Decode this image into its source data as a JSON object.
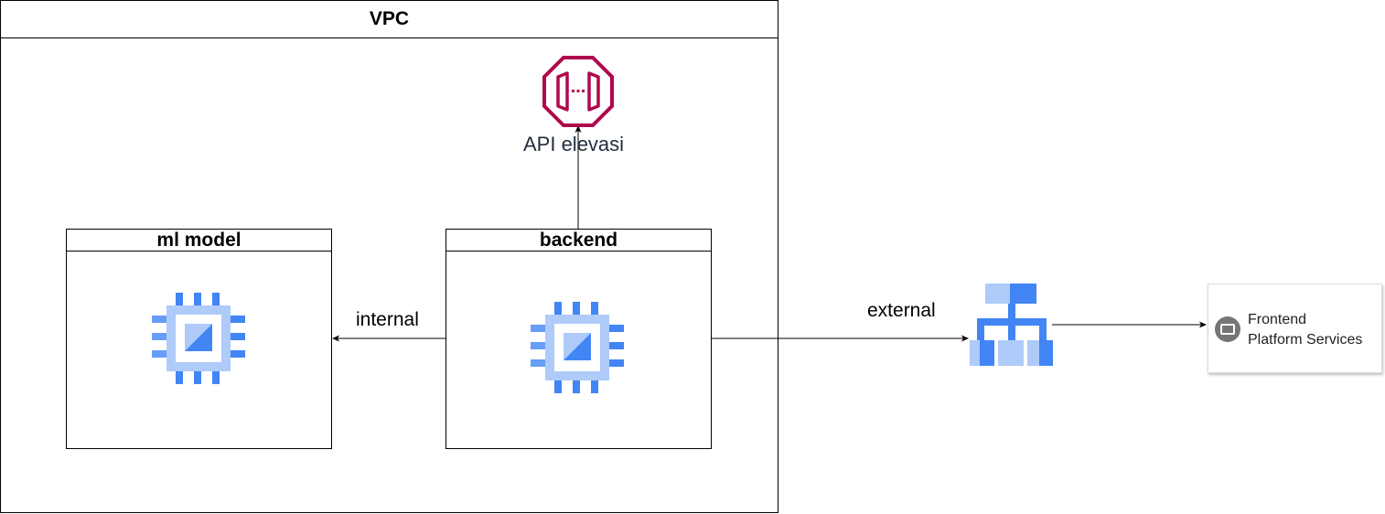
{
  "vpc": {
    "title": "VPC"
  },
  "ml_model": {
    "title": "ml model"
  },
  "backend": {
    "title": "backend"
  },
  "api": {
    "label": "API elevasi"
  },
  "edges": {
    "internal": "internal",
    "external": "external"
  },
  "frontend": {
    "line1": "Frontend",
    "line2": "Platform Services"
  },
  "icons": {
    "api": "api-gateway-icon",
    "ml_compute": "compute-engine-icon",
    "backend_compute": "compute-engine-icon",
    "load_balancer": "load-balancer-icon",
    "frontend": "platform-service-icon"
  },
  "colors": {
    "api": "#b0084d",
    "chip_light": "#aecbfa",
    "chip_dark": "#4285f4",
    "chip_mid": "#669df6",
    "frontend_icon": "#757575"
  }
}
